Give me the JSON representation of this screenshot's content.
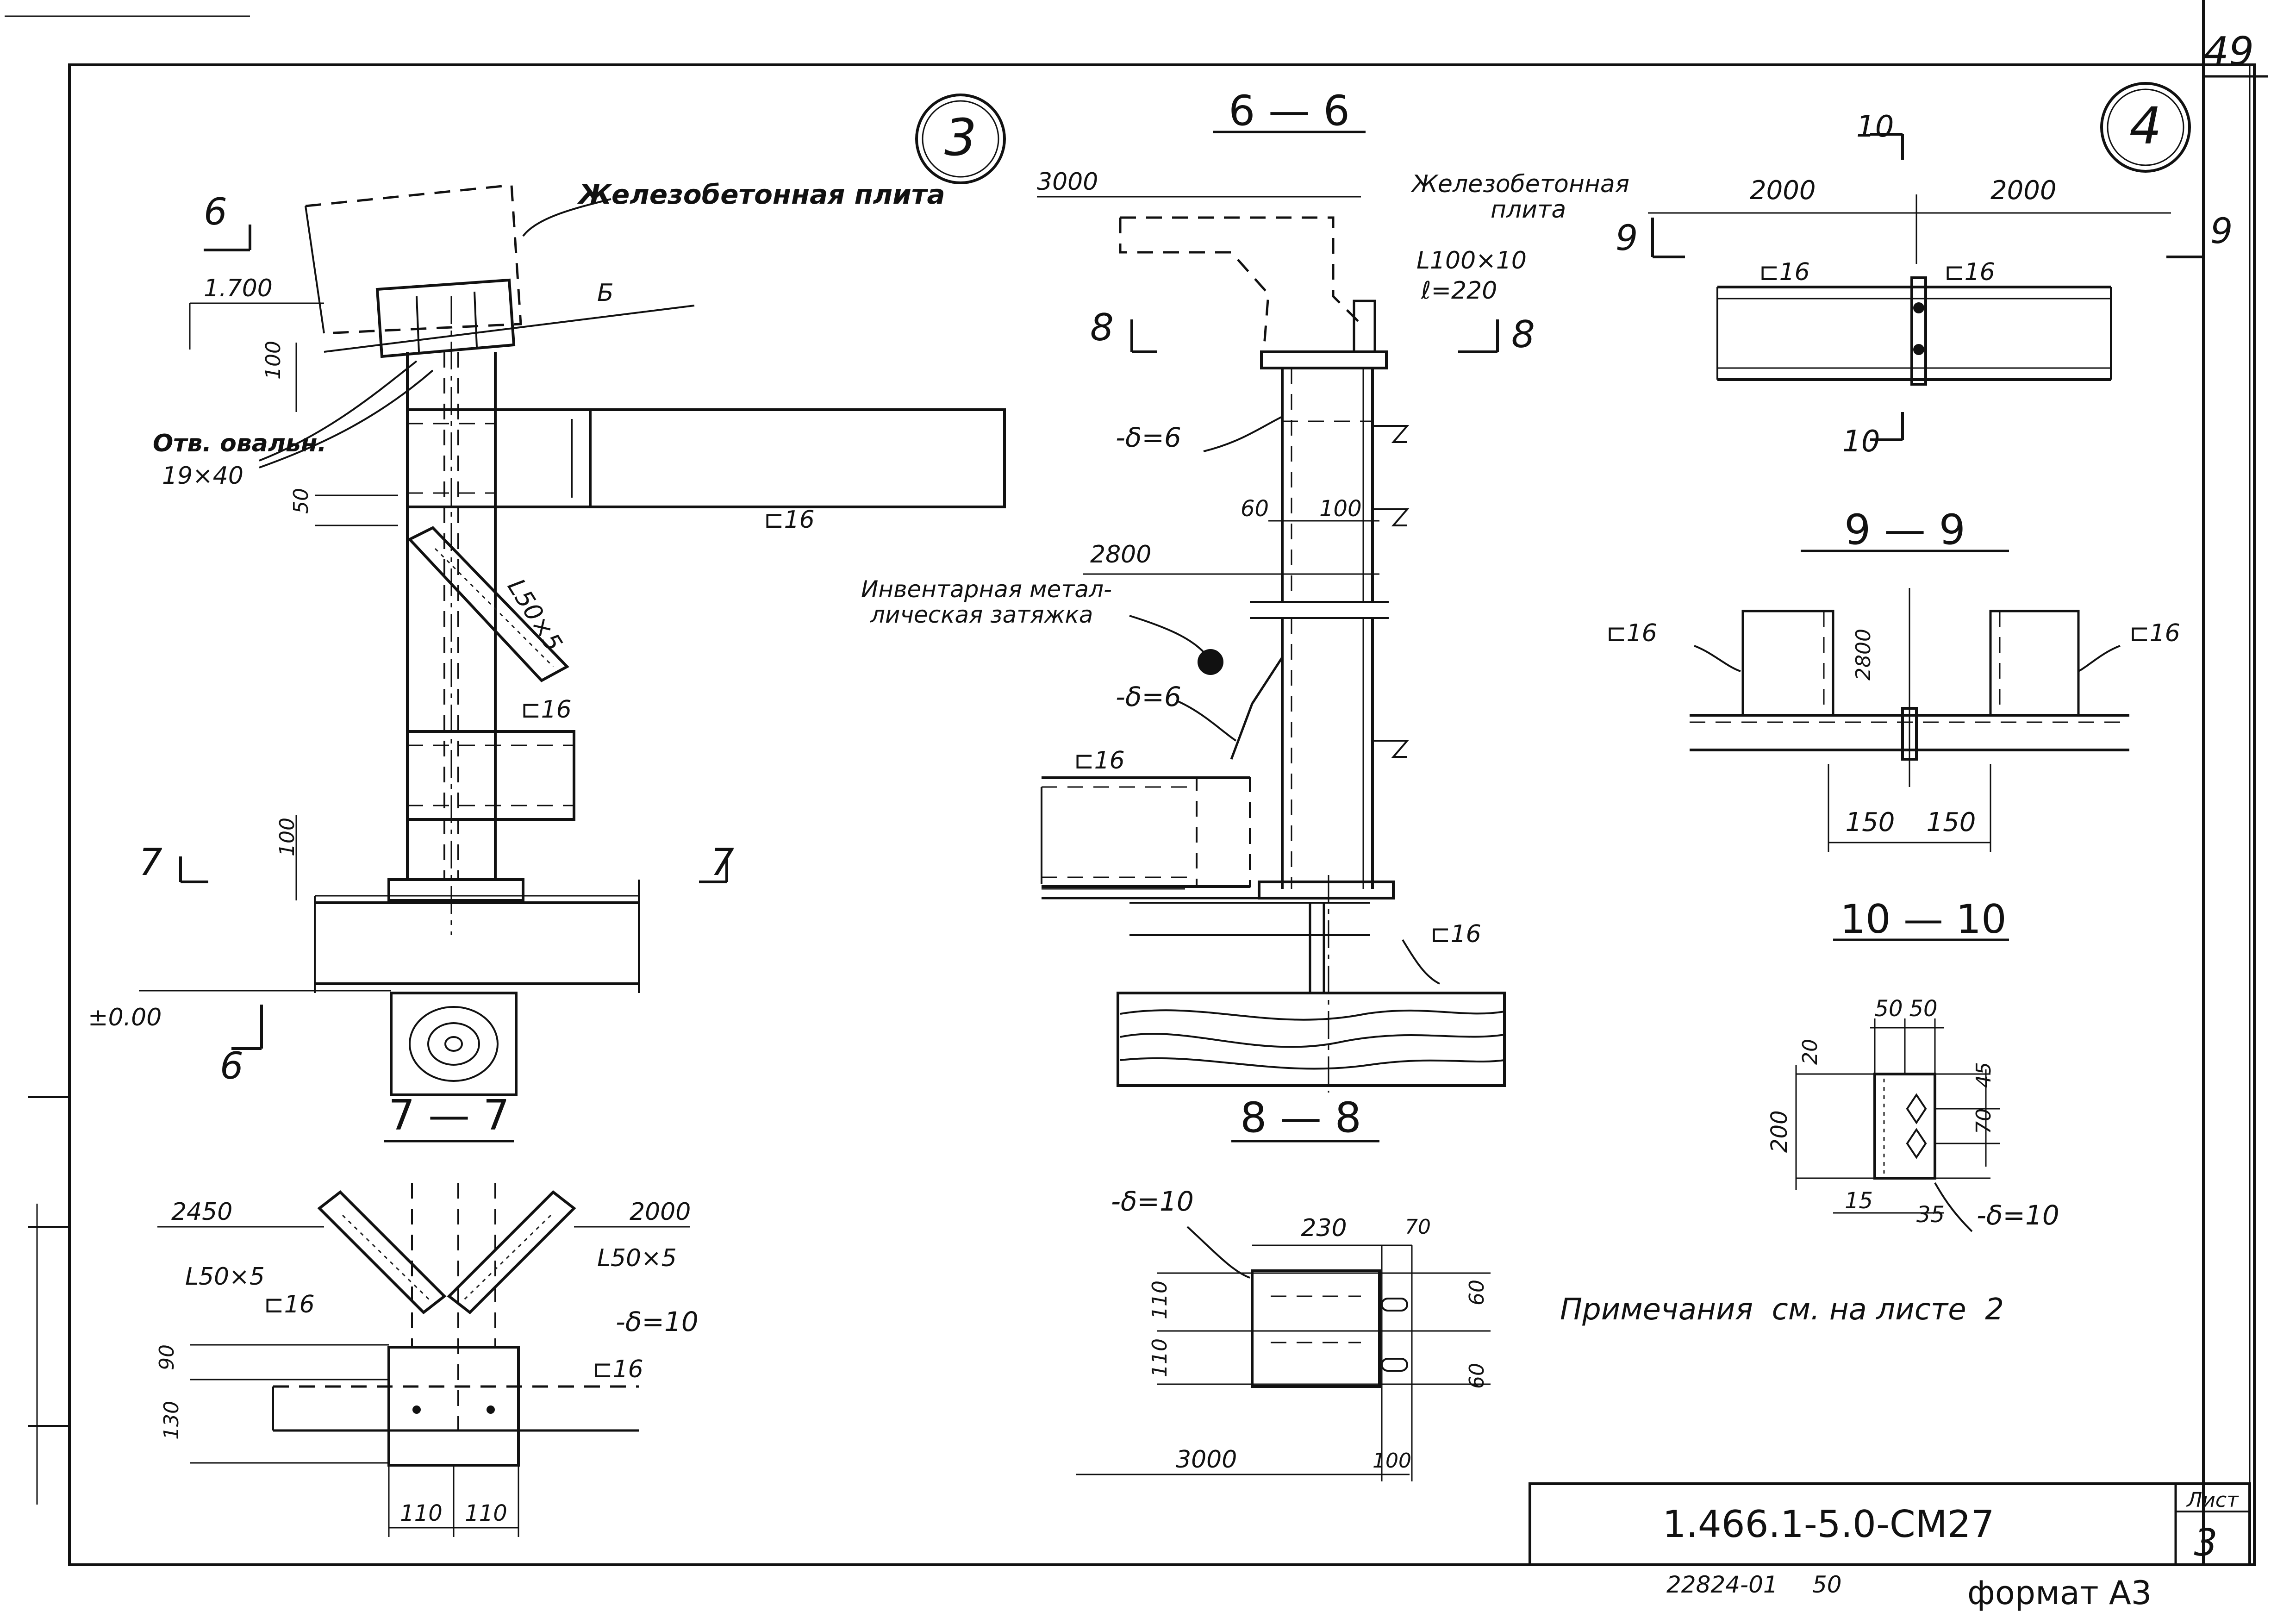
{
  "sheet": {
    "page_number": "49",
    "title_block": {
      "doc_code": "1.466.1-5.0-СМ27",
      "sheet_label": "Лист",
      "sheet_number": "3"
    },
    "footer_code": "22824-01",
    "footer_page": "50",
    "format": "формат А3",
    "note": "Примечания  см. на листе  2"
  },
  "node3": {
    "marker": "3",
    "slab_label": "Железобетонная плита",
    "section_6": "6",
    "dim_1700": "1.700",
    "b_label": "Б",
    "holes": "Отв. овальн.",
    "holes_size": "19×40",
    "dim_100_top": "100",
    "dim_50": "50",
    "c16_right": "⊏16",
    "angle": "L50×5",
    "c16_mid": "⊏16",
    "dim_100_bot": "100",
    "section_7": "7",
    "zero_level": "±0.00"
  },
  "sec77": {
    "title": "7 — 7",
    "dim_2450": "2450",
    "dim_2000": "2000",
    "angle_left": "L50×5",
    "angle_right": "L50×5",
    "c16_left": "⊏16",
    "plate": "-δ=10",
    "c16_right": "⊏16",
    "dim_90": "90",
    "dim_130": "130",
    "dim_110a": "110",
    "dim_110b": "110"
  },
  "sec66": {
    "title": "6 — 6",
    "dim_3000": "3000",
    "slab_label_1": "Железобетонная",
    "slab_label_2": "плита",
    "angle": "L100×10",
    "angle_len": "ℓ=220",
    "section_8": "8",
    "plate6_top": "-δ=6",
    "dim_60": "60",
    "dim_100": "100",
    "dim_2800": "2800",
    "tie_1": "Инвентарная метал-",
    "tie_2": "лическая затяжка",
    "plate6_bot": "-δ=6",
    "c16_left": "⊏16",
    "c16_bottom": "⊏16"
  },
  "sec88": {
    "title": "8 — 8",
    "plate": "-δ=10",
    "dim_230": "230",
    "dim_70": "70",
    "dim_110a": "110",
    "dim_110b": "110",
    "dim_60a": "60",
    "dim_60b": "60",
    "dim_3000": "3000",
    "dim_100": "100"
  },
  "node4": {
    "marker": "4",
    "section_10": "10",
    "dim_2000_left": "2000",
    "dim_2000_right": "2000",
    "section_9": "9",
    "c16_left": "⊏16",
    "c16_right": "⊏16"
  },
  "sec99": {
    "title": "9 — 9",
    "c16_left": "⊏16",
    "c16_right": "⊏16",
    "dim_2800": "2800",
    "dim_150a": "150",
    "dim_150b": "150"
  },
  "sec1010": {
    "title": "10 — 10",
    "dim_50a": "50",
    "dim_50b": "50",
    "dim_20": "20",
    "dim_45": "45",
    "dim_200": "200",
    "dim_70": "70",
    "dim_15": "15",
    "dim_35": "35",
    "plate": "-δ=10"
  }
}
